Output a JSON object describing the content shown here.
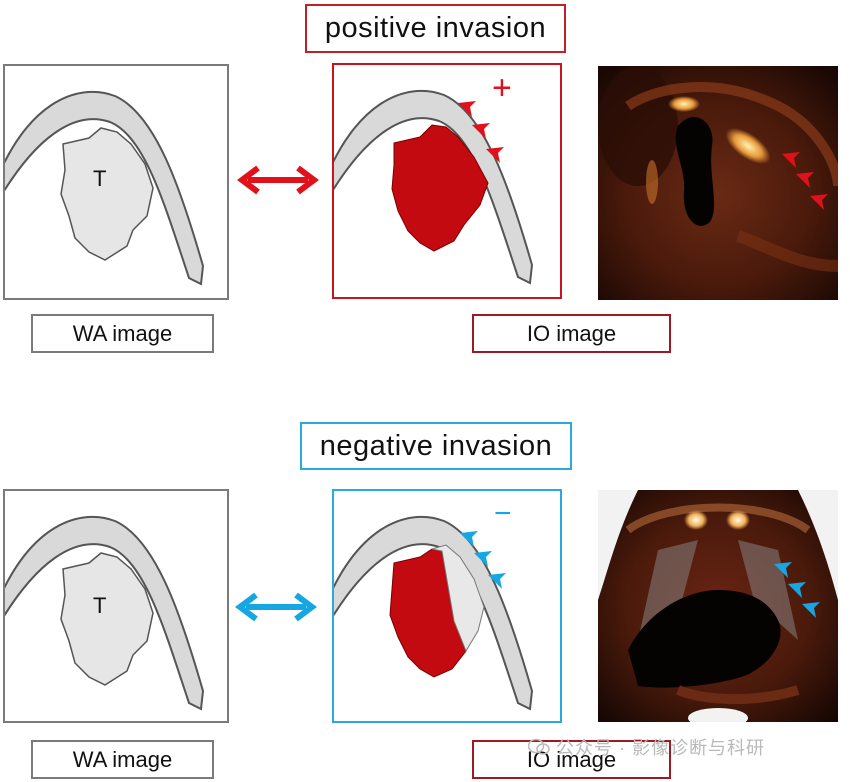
{
  "top": {
    "title": "positive invasion",
    "tumor_label": "T",
    "sign": "+",
    "wa_caption": "WA image",
    "io_caption": "IO image",
    "accent_color": "#e0111b"
  },
  "bottom": {
    "title": "negative invasion",
    "tumor_label": "T",
    "sign": "−",
    "wa_caption": "WA image",
    "io_caption": "IO image",
    "accent_color": "#16a6e2"
  },
  "watermark": {
    "text": "公众号 · 影像诊断与科研"
  }
}
